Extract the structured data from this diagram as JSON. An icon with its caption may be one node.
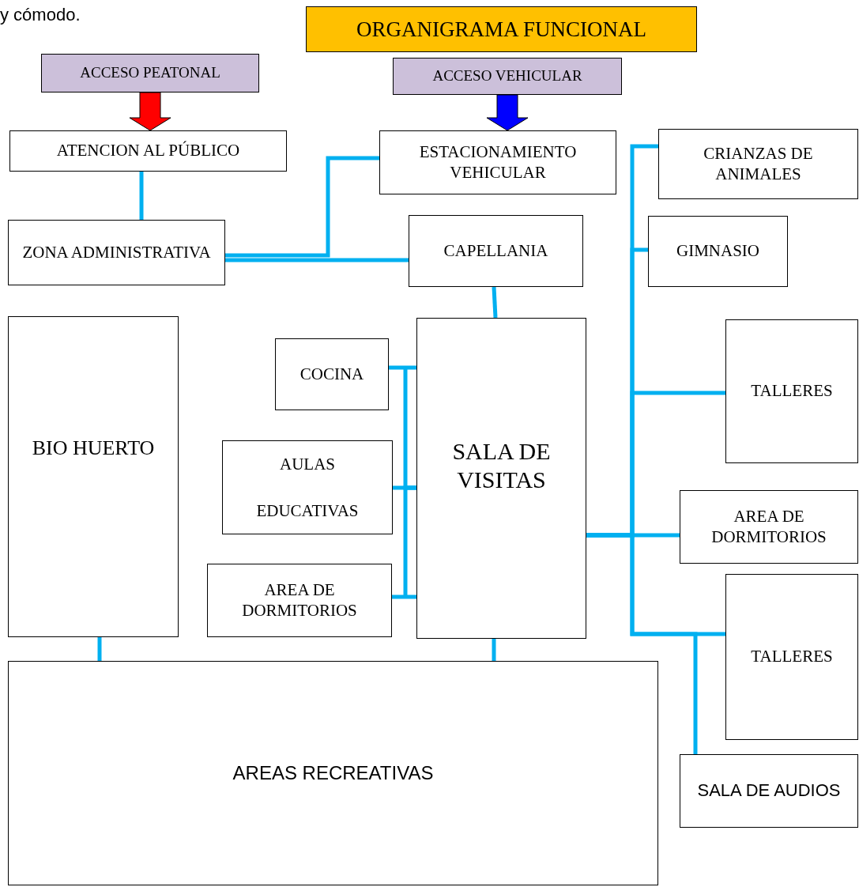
{
  "diagram": {
    "nodes": [
      {
        "text": [
          "ORGANIGRAMA FUNCIONAL"
        ]
      },
      {
        "text": [
          "ACCESO PEATONAL"
        ]
      },
      {
        "text": [
          "ACCESO VEHICULAR"
        ]
      },
      {
        "text": [
          "ATENCION AL PÚBLICO"
        ]
      },
      {
        "text": [
          "ESTACIONAMIENTO VEHICULAR"
        ]
      },
      {
        "text": [
          "CRIANZAS DE ANIMALES"
        ]
      },
      {
        "text": [
          "ZONA ADMINISTRATIVA"
        ]
      },
      {
        "text": [
          "CAPELLANIA"
        ]
      },
      {
        "text": [
          "GIMNASIO"
        ]
      },
      {
        "text": [
          "BIO HUERTO"
        ]
      },
      {
        "text": [
          "SALA DE VISITAS"
        ]
      },
      {
        "text": [
          "COCINA"
        ]
      },
      {
        "text": [
          "TALLERES"
        ]
      },
      {
        "text": [
          "AULAS EDUCATIVAS"
        ]
      },
      {
        "text": [
          "AREA DE DORMITORIOS"
        ]
      },
      {
        "text": [
          "AREA DE DORMITORIOS"
        ]
      },
      {
        "text": [
          "TALLERES"
        ]
      },
      {
        "text": [
          "AREAS RECREATIVAS"
        ]
      },
      {
        "text": [
          "SALA DE AUDIOS"
        ]
      }
    ],
    "edges": [
      {
        "from": 1,
        "to": 3,
        "arrow": "to",
        "style": "thick",
        "color": "#ff0000"
      },
      {
        "from": 2,
        "to": 4,
        "arrow": "to",
        "style": "thick",
        "color": "#0000ff"
      },
      {
        "from": 3,
        "to": 6,
        "arrow": "none"
      },
      {
        "from": 6,
        "to": 4,
        "arrow": "none"
      },
      {
        "from": 6,
        "to": 7,
        "arrow": "none"
      },
      {
        "from": 7,
        "to": 10,
        "arrow": "none"
      },
      {
        "from": 11,
        "to": 10,
        "arrow": "none"
      },
      {
        "from": 13,
        "to": 10,
        "arrow": "none"
      },
      {
        "from": 15,
        "to": 10,
        "arrow": "none"
      },
      {
        "from": 10,
        "to": 5,
        "arrow": "none"
      },
      {
        "from": 10,
        "to": 8,
        "arrow": "none"
      },
      {
        "from": 10,
        "to": 12,
        "arrow": "none"
      },
      {
        "from": 10,
        "to": 14,
        "arrow": "none"
      },
      {
        "from": 10,
        "to": 16,
        "arrow": "none"
      },
      {
        "from": 10,
        "to": 18,
        "arrow": "none"
      },
      {
        "from": 9,
        "to": 17,
        "arrow": "none"
      },
      {
        "from": 10,
        "to": 17,
        "arrow": "none"
      }
    ],
    "labels": [
      "y cómodo."
    ]
  }
}
